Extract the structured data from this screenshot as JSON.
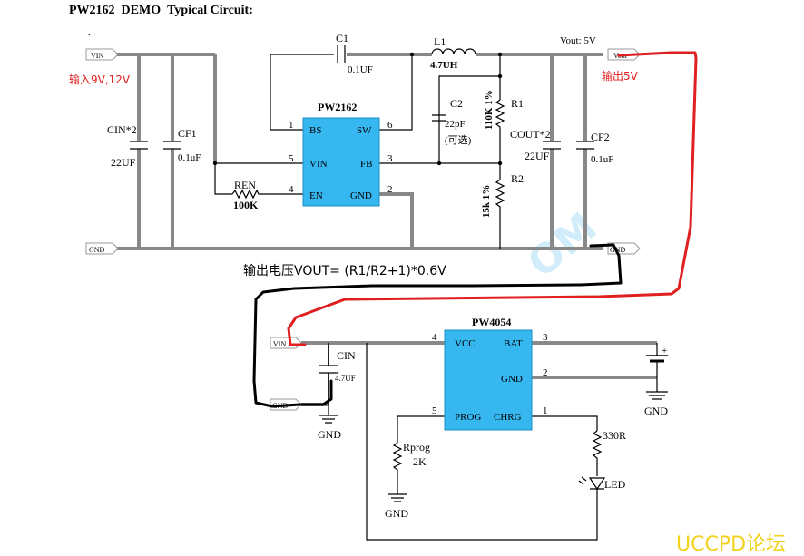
{
  "title": "PW2162_DEMO_Typical Circuit:",
  "bullet": "·",
  "flags": {
    "vin": "VIN",
    "gnd": "GND",
    "vout": "Vout",
    "vin2": "VIN",
    "gnd2": "GND"
  },
  "annotations": {
    "input": "输入9V,12V",
    "output": "输出5V",
    "vout_level": "Vout:  5V",
    "formula": "输出电压VOUT= (R1/R2+1)*0.6V",
    "footer": "UCCPD论坛",
    "watermark": "OM"
  },
  "colors": {
    "ic_fill": "#37b7f0",
    "red_wire": "#e02020",
    "black_wire": "#000000",
    "annotation_red": "#e02020",
    "footer": "#f2d21c"
  },
  "ic1": {
    "name": "PW2162",
    "pins_left": [
      {
        "num": "1",
        "name": "BS"
      },
      {
        "num": "5",
        "name": "VIN"
      },
      {
        "num": "4",
        "name": "EN"
      }
    ],
    "pins_right": [
      {
        "num": "6",
        "name": "SW"
      },
      {
        "num": "3",
        "name": "FB"
      },
      {
        "num": "2",
        "name": "GND"
      }
    ]
  },
  "ic2": {
    "name": "PW4054",
    "pins_left": [
      {
        "num": "4",
        "name": "VCC"
      },
      {
        "num": "5",
        "name": "PROG"
      }
    ],
    "pins_right": [
      {
        "num": "3",
        "name": "BAT"
      },
      {
        "num": "2",
        "name": "GND"
      },
      {
        "num": "1",
        "name": "CHRG"
      }
    ]
  },
  "components": {
    "c1": {
      "ref": "C1",
      "value": "0.1UF"
    },
    "l1": {
      "ref": "L1",
      "value": "4.7UH"
    },
    "c2": {
      "ref": "C2",
      "value": "22pF",
      "note": "(可选)"
    },
    "r1": {
      "ref": "R1",
      "value": "110K  1%"
    },
    "r2": {
      "ref": "R2",
      "value": "15k  1%"
    },
    "cin": {
      "ref": "CIN*2",
      "value": "22UF"
    },
    "cf1": {
      "ref": "CF1",
      "value": "0.1uF"
    },
    "cout": {
      "ref": "COUT*2",
      "value": "22UF"
    },
    "cf2": {
      "ref": "CF2",
      "value": "0.1uF"
    },
    "ren": {
      "ref": "REN",
      "value": "100K"
    },
    "cin2": {
      "ref": "CIN",
      "value": "4.7UF"
    },
    "rprog": {
      "ref": "Rprog",
      "value": "2K"
    },
    "r330": {
      "ref": "330R"
    },
    "led": {
      "ref": "LED"
    },
    "bat": {
      "plus": "+"
    }
  },
  "ground_labels": {
    "g1": "GND",
    "g2": "GND",
    "g3": "GND"
  }
}
